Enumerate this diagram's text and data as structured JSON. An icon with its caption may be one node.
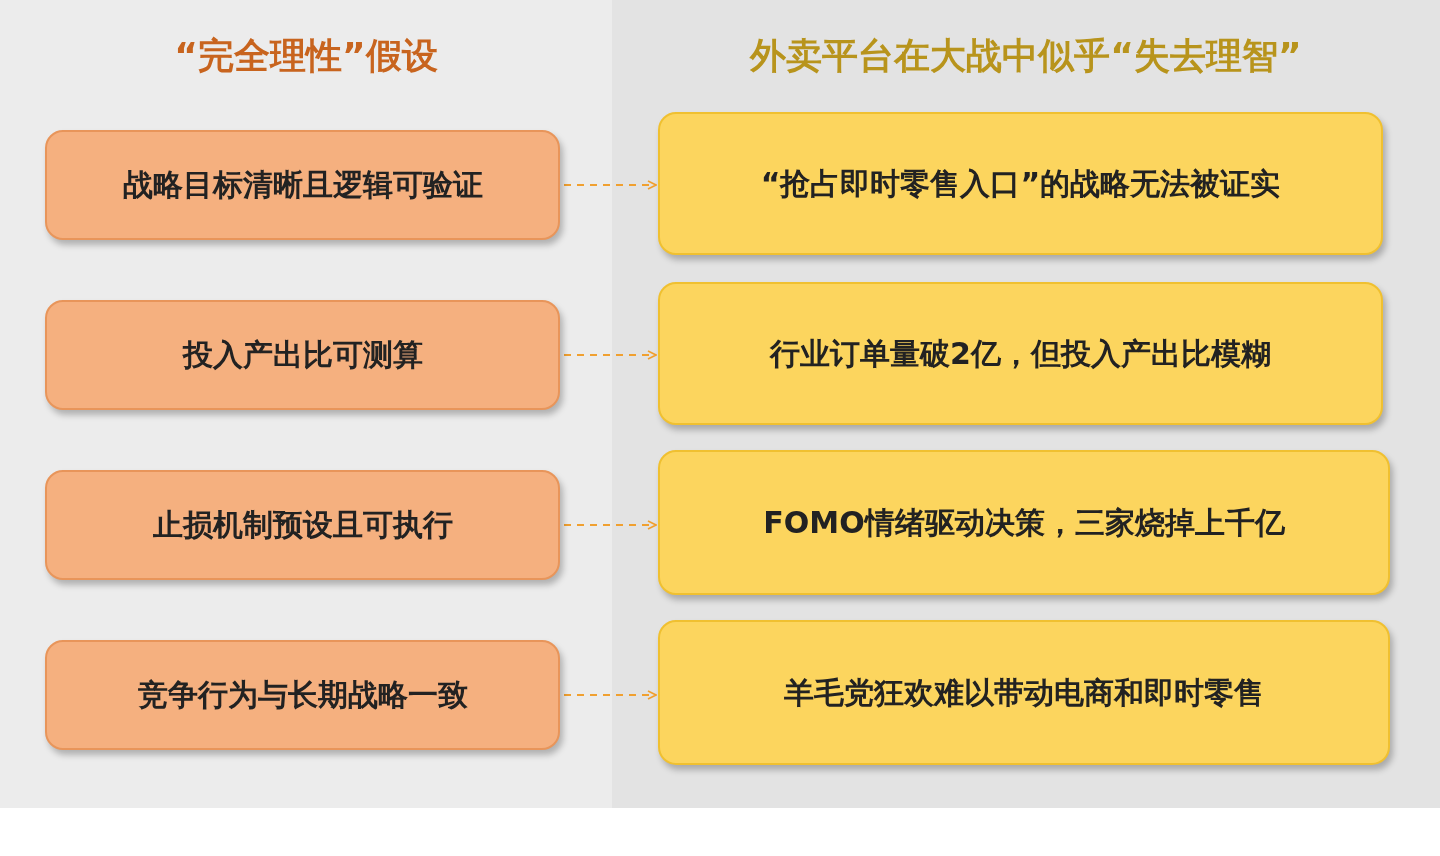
{
  "diagram": {
    "nodes": [
      {
        "text": [
          "战略目标清晰且逻辑可验证"
        ]
      },
      {
        "text": [
          "投入产出比可测算"
        ]
      },
      {
        "text": [
          "止损机制预设且可执行"
        ]
      },
      {
        "text": [
          "竞争行为与长期战略一致"
        ]
      },
      {
        "text": [
          "“抢占即时零售入口”的战略无法被证实"
        ]
      },
      {
        "text": [
          "行业订单量破2亿，但投入产出比模糊"
        ]
      },
      {
        "text": [
          "FOMO情绪驱动决策，三家烧掉上千亿"
        ]
      },
      {
        "text": [
          "羊毛党狂欢难以带动电商和即时零售"
        ]
      }
    ],
    "edges": [
      {
        "from": 0,
        "to": 4,
        "arrow": "to",
        "style": "dashed"
      },
      {
        "from": 1,
        "to": 5,
        "arrow": "to",
        "style": "dashed"
      },
      {
        "from": 2,
        "to": 6,
        "arrow": "to",
        "style": "dashed"
      },
      {
        "from": 3,
        "to": 7,
        "arrow": "to",
        "style": "dashed"
      }
    ],
    "labels": [
      "“完全理性”假设",
      "外卖平台在大战中似乎“失去理智”"
    ]
  }
}
